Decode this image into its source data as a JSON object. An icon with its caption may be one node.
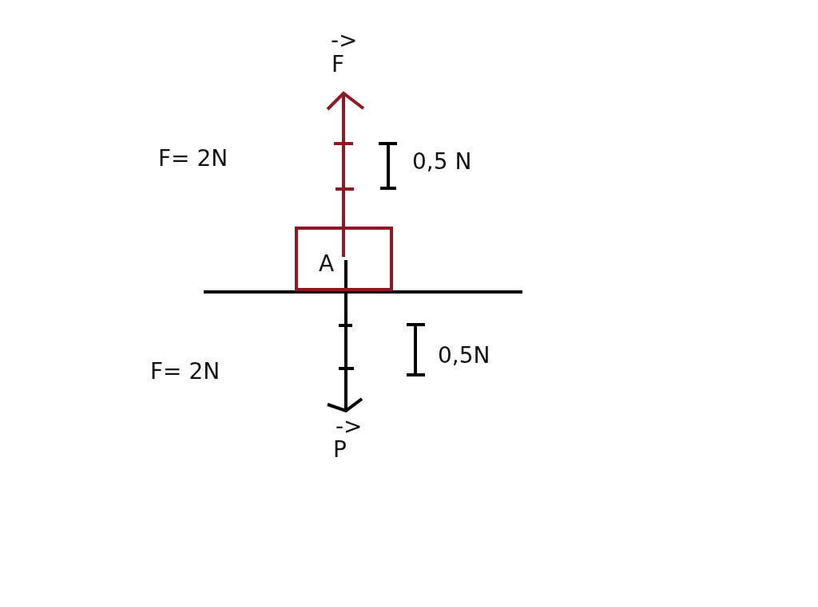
{
  "diagram": {
    "nodes": [
      {
        "text": [
          "A"
        ]
      }
    ],
    "labels": [
      "->",
      "F",
      "F= 2N",
      "0,5 N",
      "0,5N",
      "F= 2N",
      "->",
      "P"
    ]
  }
}
